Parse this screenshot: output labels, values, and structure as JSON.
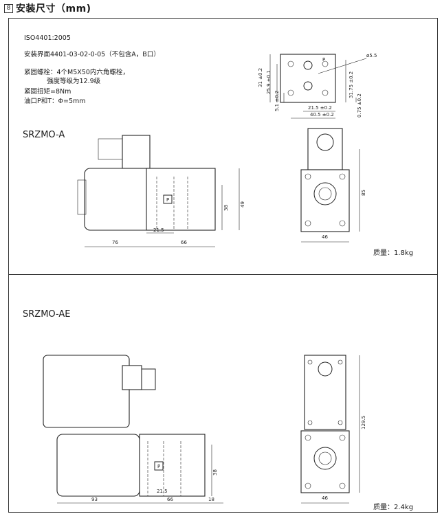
{
  "header": {
    "badge": "8",
    "title": "安装尺寸（mm)"
  },
  "specs": {
    "standard": "ISO4401:2005",
    "interface": "安装界面4401-03-02-0-05（不包含A，B口）",
    "bolts_line1": "紧固螺栓：4个M5X50内六角螺栓，",
    "bolts_line2": "强度等级为12.9级",
    "torque": "紧固扭矩=8Nm",
    "ports": "油口P和T：Φ=5mm"
  },
  "interface_drawing": {
    "hole_dia": "ø5.5",
    "port_label": "P",
    "dims": [
      "31 ±0.2",
      "25.9 ±0.1",
      "5.1 ±0.2",
      "21.5 ±0.2",
      "40.5 ±0.2",
      "31.75 ±0.2",
      "0.75 ±0.2"
    ]
  },
  "models": [
    {
      "name": "SRZMO-A",
      "port_label": "P",
      "side_dims": {
        "width1": "76",
        "width2": "66",
        "sub": "21.5",
        "h1": "38",
        "h2": "49"
      },
      "front_dims": {
        "width": "46",
        "height": "85"
      },
      "weight": "质量：1.8kg"
    },
    {
      "name": "SRZMO-AE",
      "port_label": "P",
      "side_dims": {
        "width1": "93",
        "width2": "66",
        "sub": "21.5",
        "extra": "18",
        "h1": "38"
      },
      "front_dims": {
        "width": "46",
        "height": "129.5"
      },
      "weight": "质量：2.4kg"
    }
  ]
}
